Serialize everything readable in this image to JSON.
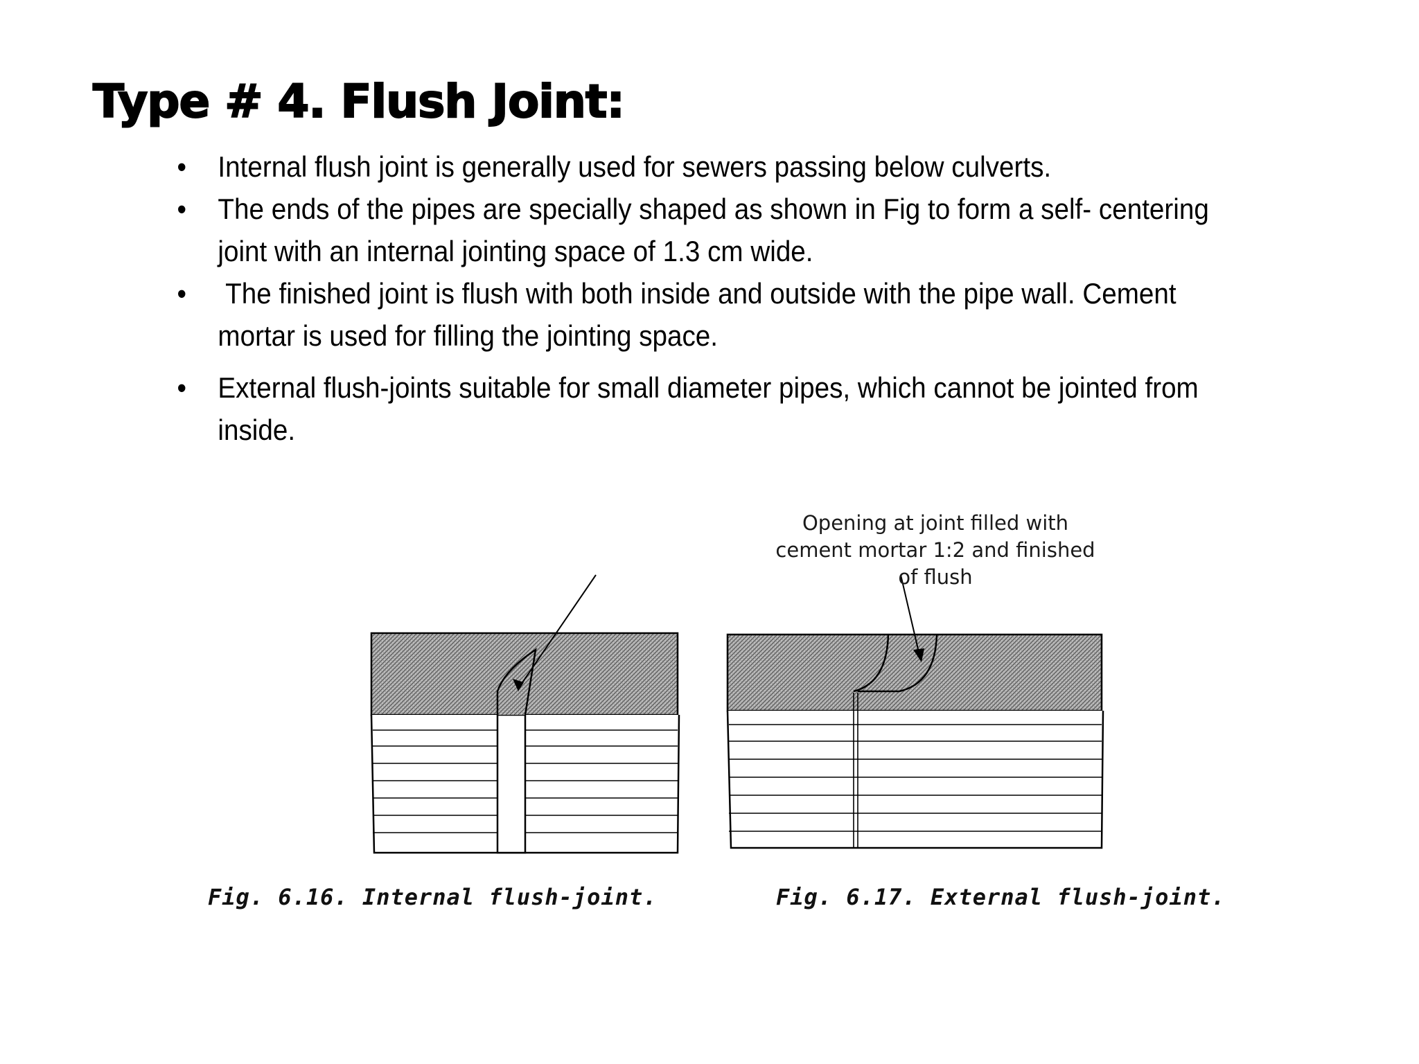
{
  "title": "Type # 4. Flush Joint:",
  "bullet_symbol": "•",
  "bullets": [
    "Internal flush joint is generally used for sewers passing below culverts.",
    "The ends of the pipes are specially shaped as shown in Fig to form a self- centering joint with an internal jointing space of 1.3 cm wide.",
    " The finished joint is flush with both inside and outside with the pipe wall. Cement mortar is used for filling the jointing space.",
    "External flush-joints suitable for small diameter pipes, which cannot be jointed from inside."
  ],
  "figure": {
    "annotation": "Opening at joint filled with\ncement mortar 1:2 and finished\nof flush",
    "caption_internal": "Fig. 6.16. Internal flush-joint.",
    "caption_external": "Fig. 6.17. External flush-joint."
  }
}
